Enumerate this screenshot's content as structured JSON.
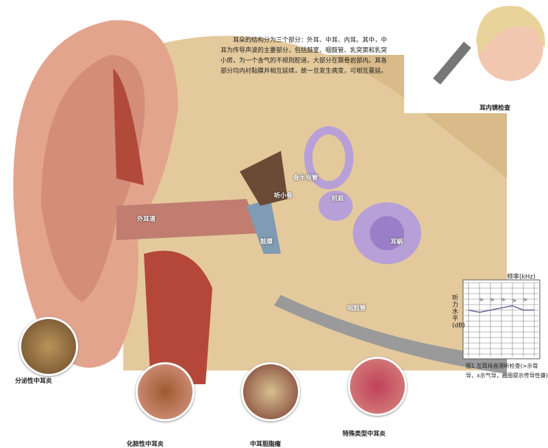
{
  "intro_text": "耳朵的结构分为三个部分：外耳、中耳、内耳。其中，中耳为传导声波的主要部分，包括鼓室、咽鼓管、乳突窦和乳突小房，为一个含气的不规则腔道，大部分在颞骨岩部内。其各部分均内衬黏膜并相互延续，故一旦发生病变，可相互蔓延。",
  "labels": {
    "external_canal": "外耳道",
    "ossicles": "听小骨",
    "semicircular": "骨半规管",
    "vestibule": "前庭",
    "eardrum": "鼓膜",
    "cochlea": "耳蜗",
    "eustachian": "咽鼓管"
  },
  "photo_caption": "耳内镜检查",
  "audiogram": {
    "x_label": "频率(kHz)",
    "y_label": "听力水平(dB)",
    "caption": "图1 左耳纯音测听检查(>示骨导，x示气导，曲图提示传导性聋)",
    "air_line": [
      40,
      44,
      40,
      36,
      32,
      40,
      40
    ],
    "bone_marks": [
      20,
      20,
      20,
      22,
      20
    ]
  },
  "conditions": [
    "分泌性中耳炎",
    "化脓性中耳炎",
    "中耳胆脂瘤",
    "特殊类型中耳炎"
  ]
}
